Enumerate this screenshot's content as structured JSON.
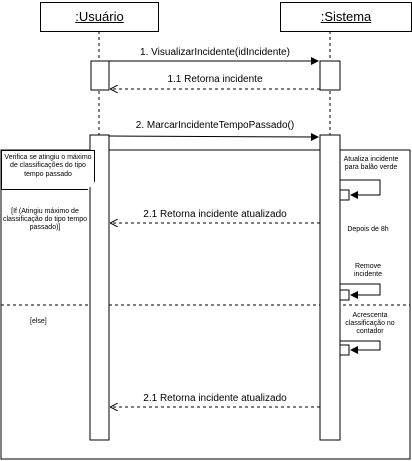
{
  "lifelines": {
    "usuario": ":Usuário",
    "sistema": ":Sistema"
  },
  "messages": {
    "m1": "1. VisualizarIncidente(idIncidente)",
    "m1_1": "1.1 Retorna incidente",
    "m2": "2. MarcarIncidenteTempoPassado()",
    "m2_1a": "2.1 Retorna incidente atualizado",
    "m2_1b": "2.1 Retorna incidente atualizado"
  },
  "frame": {
    "tag": "Verifica se atingiu o máximo de classificações do tipo tempo passado",
    "if_guard": "[If (Atingiu máximo de classificação do tipo tempo passado)]",
    "else_guard": "[else]"
  },
  "notes": {
    "self1": "Atualiza incidente para balão verde",
    "wait": "Depois de 8h",
    "self2": "Remove incidente",
    "self3": "Acrescenta classificação no contador"
  }
}
